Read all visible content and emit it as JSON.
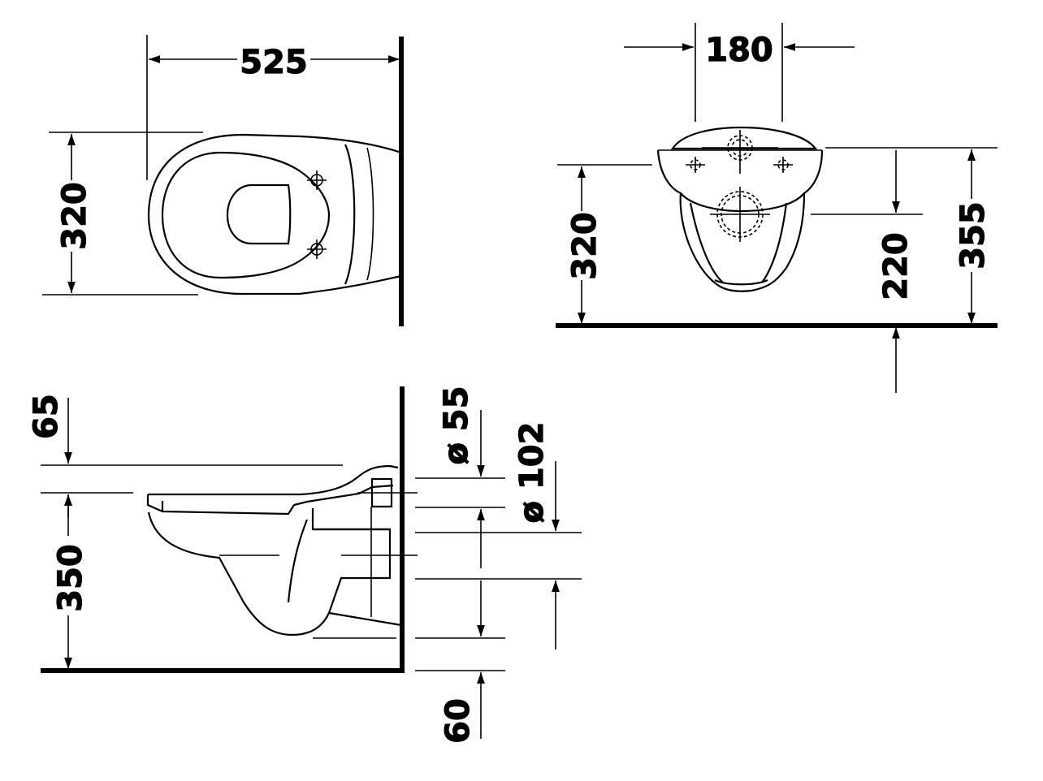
{
  "top_view": {
    "width": "525",
    "depth": "320"
  },
  "front_view": {
    "hole_spacing": "180",
    "fixing_height": "320",
    "waste_height": "220",
    "overall_height": "355"
  },
  "side_view": {
    "seat_offset": "65",
    "rim_height": "350",
    "inlet_diameter": "ø 55",
    "outlet_diameter": "ø 102",
    "floor_gap": "60"
  },
  "colors": {
    "line": "#000000",
    "background": "#ffffff"
  }
}
